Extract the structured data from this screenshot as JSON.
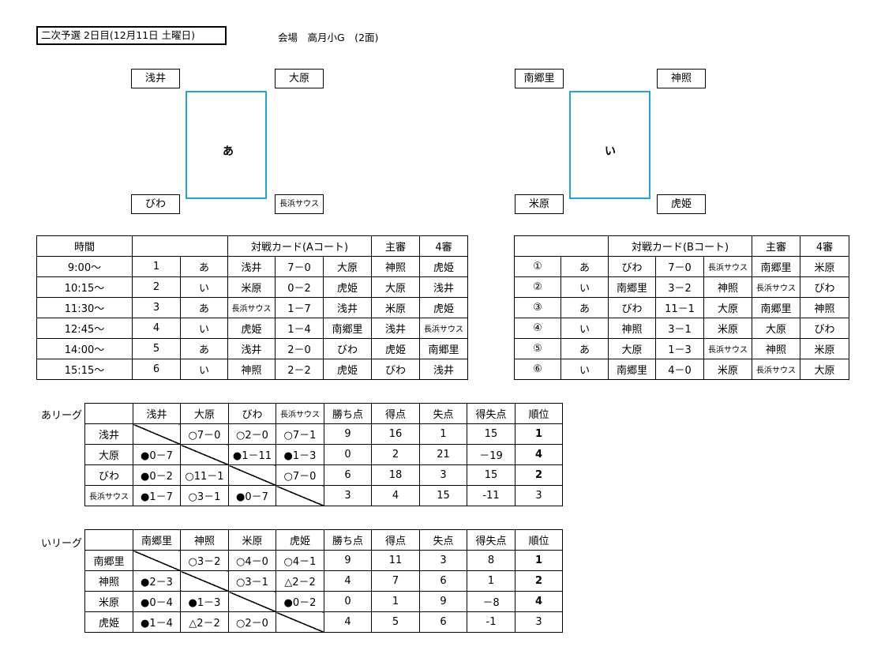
{
  "header": {
    "title": "二次予選 2日目(12月11日 土曜日)",
    "venue": "会場　高月小G　(2面)"
  },
  "courts": {
    "a": {
      "label": "あ",
      "top_left": "浅井",
      "top_right": "大原",
      "bottom_left": "びわ",
      "bottom_right": "長浜サウス"
    },
    "b": {
      "label": "い",
      "top_left": "南郷里",
      "top_right": "神照",
      "bottom_left": "米原",
      "bottom_right": "虎姫"
    }
  },
  "schedule_a": {
    "headers": [
      "時間",
      "",
      "対戦カード(Aコート)",
      "主審",
      "4審"
    ],
    "rows": [
      {
        "time": "9:00～",
        "no": "1",
        "court": "あ",
        "home": "浅井",
        "score": "7－0",
        "away": "大原",
        "ref": "神照",
        "ref4": "虎姫"
      },
      {
        "time": "10:15～",
        "no": "2",
        "court": "い",
        "home": "米原",
        "score": "0－2",
        "away": "虎姫",
        "ref": "大原",
        "ref4": "浅井"
      },
      {
        "time": "11:30～",
        "no": "3",
        "court": "あ",
        "home": "長浜サウス",
        "score": "1－7",
        "away": "浅井",
        "ref": "米原",
        "ref4": "虎姫"
      },
      {
        "time": "12:45～",
        "no": "4",
        "court": "い",
        "home": "虎姫",
        "score": "1－4",
        "away": "南郷里",
        "ref": "浅井",
        "ref4": "長浜サウス"
      },
      {
        "time": "14:00～",
        "no": "5",
        "court": "あ",
        "home": "浅井",
        "score": "2－0",
        "away": "びわ",
        "ref": "虎姫",
        "ref4": "南郷里"
      },
      {
        "time": "15:15～",
        "no": "6",
        "court": "い",
        "home": "神照",
        "score": "2－2",
        "away": "虎姫",
        "ref": "びわ",
        "ref4": "浅井"
      }
    ]
  },
  "schedule_b": {
    "headers": [
      "",
      "対戦カード(Bコート)",
      "主審",
      "4審"
    ],
    "rows": [
      {
        "no": "①",
        "court": "あ",
        "home": "びわ",
        "score": "7－0",
        "away": "長浜サウス",
        "ref": "南郷里",
        "ref4": "米原"
      },
      {
        "no": "②",
        "court": "い",
        "home": "南郷里",
        "score": "3－2",
        "away": "神照",
        "ref": "長浜サウス",
        "ref4": "びわ"
      },
      {
        "no": "③",
        "court": "あ",
        "home": "びわ",
        "score": "11－1",
        "away": "大原",
        "ref": "南郷里",
        "ref4": "神照"
      },
      {
        "no": "④",
        "court": "い",
        "home": "神照",
        "score": "3－1",
        "away": "米原",
        "ref": "大原",
        "ref4": "びわ"
      },
      {
        "no": "⑤",
        "court": "あ",
        "home": "大原",
        "score": "1－3",
        "away": "長浜サウス",
        "ref": "神照",
        "ref4": "米原"
      },
      {
        "no": "⑥",
        "court": "い",
        "home": "南郷里",
        "score": "4－0",
        "away": "米原",
        "ref": "長浜サウス",
        "ref4": "大原"
      }
    ]
  },
  "league_a": {
    "label": "あリーグ",
    "headers": [
      "浅井",
      "大原",
      "びわ",
      "長浜サウス",
      "勝ち点",
      "得点",
      "失点",
      "得失点",
      "順位"
    ],
    "rows": [
      {
        "team": "浅井",
        "results": [
          "",
          "○7－0",
          "○2－0",
          "○7－1"
        ],
        "pts": "9",
        "gf": "16",
        "ga": "1",
        "gd": "15",
        "rank": "1"
      },
      {
        "team": "大原",
        "results": [
          "●0－7",
          "",
          "●1－11",
          "●1－3"
        ],
        "pts": "0",
        "gf": "2",
        "ga": "21",
        "gd": "－19",
        "rank": "4"
      },
      {
        "team": "びわ",
        "results": [
          "●0－2",
          "○11－1",
          "",
          "○7－0"
        ],
        "pts": "6",
        "gf": "18",
        "ga": "3",
        "gd": "15",
        "rank": "2"
      },
      {
        "team": "長浜サウス",
        "results": [
          "●1－7",
          "○3－1",
          "●0－7",
          ""
        ],
        "pts": "3",
        "gf": "4",
        "ga": "15",
        "gd": "-11",
        "rank": "3"
      }
    ]
  },
  "league_b": {
    "label": "いリーグ",
    "headers": [
      "南郷里",
      "神照",
      "米原",
      "虎姫",
      "勝ち点",
      "得点",
      "失点",
      "得失点",
      "順位"
    ],
    "rows": [
      {
        "team": "南郷里",
        "results": [
          "",
          "○3－2",
          "○4－0",
          "○4－1"
        ],
        "pts": "9",
        "gf": "11",
        "ga": "3",
        "gd": "8",
        "rank": "1"
      },
      {
        "team": "神照",
        "results": [
          "●2－3",
          "",
          "○3－1",
          "△2－2"
        ],
        "pts": "4",
        "gf": "7",
        "ga": "6",
        "gd": "1",
        "rank": "2"
      },
      {
        "team": "米原",
        "results": [
          "●0－4",
          "●1－3",
          "",
          "●0－2"
        ],
        "pts": "0",
        "gf": "1",
        "ga": "9",
        "gd": "－8",
        "rank": "4"
      },
      {
        "team": "虎姫",
        "results": [
          "●1－4",
          "△2－2",
          "○2－0",
          ""
        ],
        "pts": "4",
        "gf": "5",
        "ga": "6",
        "gd": "-1",
        "rank": "3"
      }
    ]
  }
}
